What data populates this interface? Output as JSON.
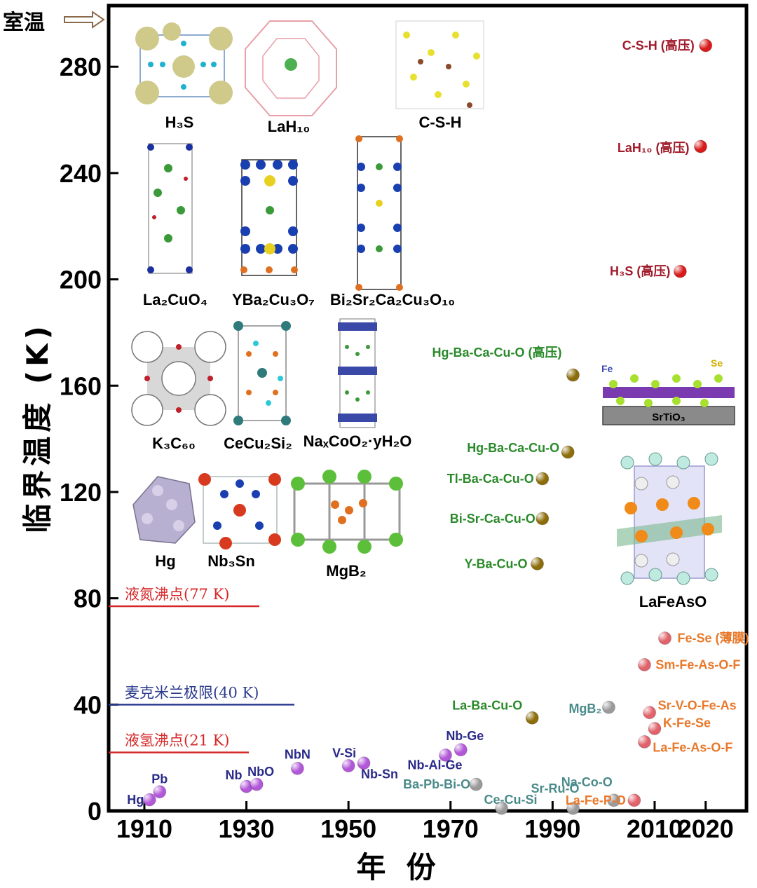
{
  "chart_data": {
    "type": "scatter",
    "title": "",
    "xlabel": "年  份",
    "ylabel": "临界温度 (K)",
    "xlim": [
      1903,
      2028
    ],
    "ylim": [
      0,
      303
    ],
    "x_ticks": [
      1910,
      1930,
      1950,
      1970,
      1990,
      2010,
      2020
    ],
    "y_ticks": [
      0,
      40,
      80,
      120,
      160,
      200,
      240,
      280
    ],
    "room_temp_label": "室温",
    "reference_lines": [
      {
        "label": "液氮沸点(77 K)",
        "value": 77,
        "color": "#d62728"
      },
      {
        "label": "麦克米兰极限(40 K)",
        "value": 40,
        "color": "#2b3a8f"
      },
      {
        "label": "液氢沸点(21 K)",
        "value": 22,
        "color": "#d62728"
      }
    ],
    "series": [
      {
        "color": "#b157d8",
        "points": [
          {
            "label": "Hg",
            "x": 1911,
            "y": 4.2
          },
          {
            "label": "Pb",
            "x": 1913,
            "y": 7.2
          },
          {
            "label": "Nb",
            "x": 1930,
            "y": 9.2
          },
          {
            "label": "NbO",
            "x": 1932,
            "y": 10
          },
          {
            "label": "NbN",
            "x": 1940,
            "y": 16
          },
          {
            "label": "V-Si",
            "x": 1950,
            "y": 17
          },
          {
            "label": "Nb-Sn",
            "x": 1953,
            "y": 18
          },
          {
            "label": "Nb-Al-Ge",
            "x": 1969,
            "y": 21
          },
          {
            "label": "Nb-Ge",
            "x": 1972,
            "y": 23
          }
        ]
      },
      {
        "color": "#9a9a9a",
        "points": [
          {
            "label": "Ba-Pb-Bi-O",
            "x": 1975,
            "y": 10
          },
          {
            "label": "Ce-Cu-Si",
            "x": 1980,
            "y": 1
          },
          {
            "label": "Sr-Ru-O",
            "x": 1994,
            "y": 1
          },
          {
            "label": "Na-Co-O",
            "x": 2002,
            "y": 4
          },
          {
            "label": "MgB₂",
            "x": 2001,
            "y": 39
          }
        ]
      },
      {
        "color": "#8c6d0a",
        "points": [
          {
            "label": "La-Ba-Cu-O",
            "x": 1986,
            "y": 35
          },
          {
            "label": "Y-Ba-Cu-O",
            "x": 1987,
            "y": 93
          },
          {
            "label": "Bi-Sr-Ca-Cu-O",
            "x": 1988,
            "y": 110
          },
          {
            "label": "Tl-Ba-Ca-Cu-O",
            "x": 1988,
            "y": 125
          },
          {
            "label": "Hg-Ba-Ca-Cu-O",
            "x": 1993,
            "y": 135
          },
          {
            "label": "Hg-Ba-Ca-Cu-O (高压)",
            "x": 1994,
            "y": 164
          }
        ]
      },
      {
        "color": "#e0626a",
        "points": [
          {
            "label": "La-Fe-P-O",
            "x": 2006,
            "y": 4
          },
          {
            "label": "La-Fe-As-O-F",
            "x": 2008,
            "y": 26
          },
          {
            "label": "K-Fe-Se",
            "x": 2010,
            "y": 31
          },
          {
            "label": "Sr-V-O-Fe-As",
            "x": 2009,
            "y": 37
          },
          {
            "label": "Sm-Fe-As-O-F",
            "x": 2008,
            "y": 55
          },
          {
            "label": "Fe-Se (薄膜)",
            "x": 2012,
            "y": 65
          }
        ]
      },
      {
        "color": "#d91a1a",
        "points": [
          {
            "label": "H₃S (高压)",
            "x": 2015,
            "y": 203
          },
          {
            "label": "LaH₁₀ (高压)",
            "x": 2019,
            "y": 250
          },
          {
            "label": "C-S-H (高压)",
            "x": 2020,
            "y": 288
          }
        ]
      }
    ],
    "structure_labels": [
      "H₃S",
      "LaH₁₀",
      "C-S-H",
      "La₂CuO₄",
      "YBa₂Cu₃O₇",
      "Bi₂Sr₂Ca₂Cu₃O₁₀",
      "K₃C₆₀",
      "CeCu₂Si₂",
      "NaₓCoO₂·yH₂O",
      "Hg",
      "Nb₃Sn",
      "MgB₂",
      "LaFeAsO"
    ],
    "inset_labels": {
      "fe": "Fe",
      "se": "Se",
      "substrate": "SrTiO₃"
    }
  }
}
